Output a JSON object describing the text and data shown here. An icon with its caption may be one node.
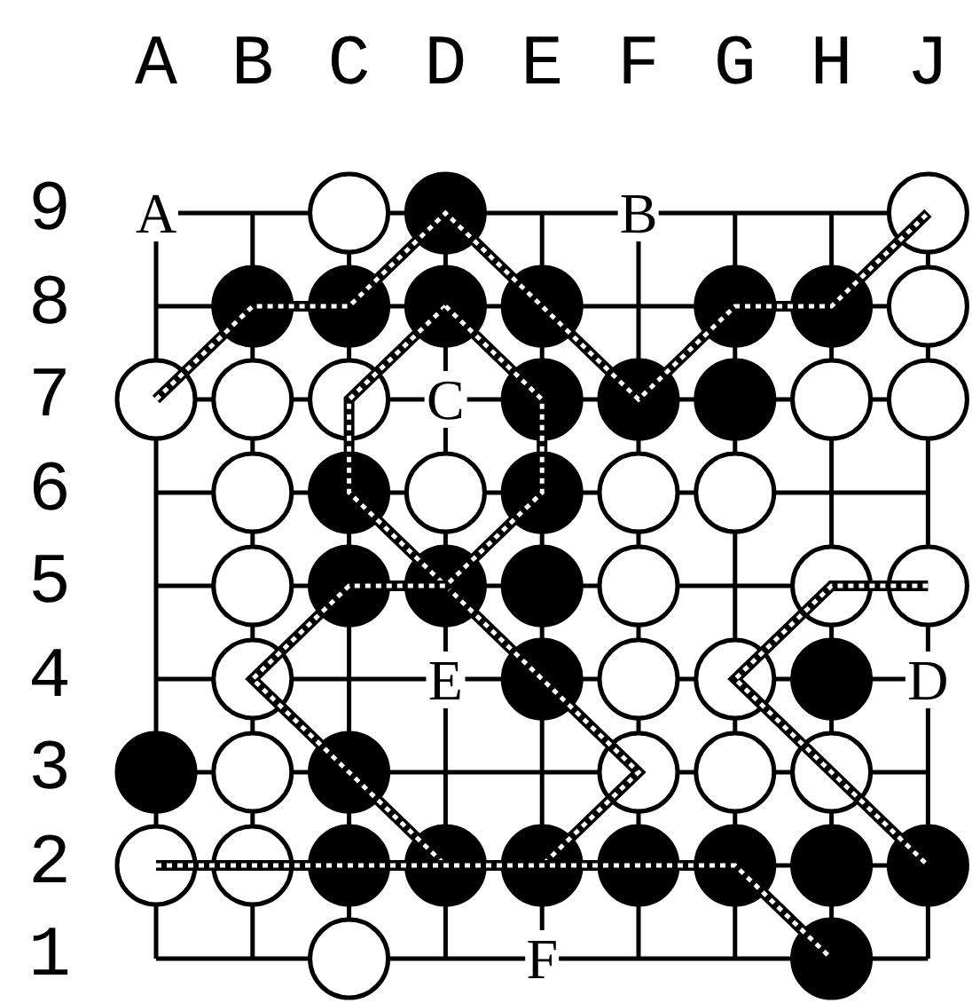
{
  "diagram": {
    "labels": [
      "A",
      "B",
      "C",
      "D",
      "E",
      "F",
      "G",
      "H",
      "J",
      "9",
      "A",
      "B",
      "8",
      "7",
      "C",
      "6",
      "5",
      "4",
      "E",
      "D",
      "3",
      "2",
      "1",
      "F"
    ]
  }
}
